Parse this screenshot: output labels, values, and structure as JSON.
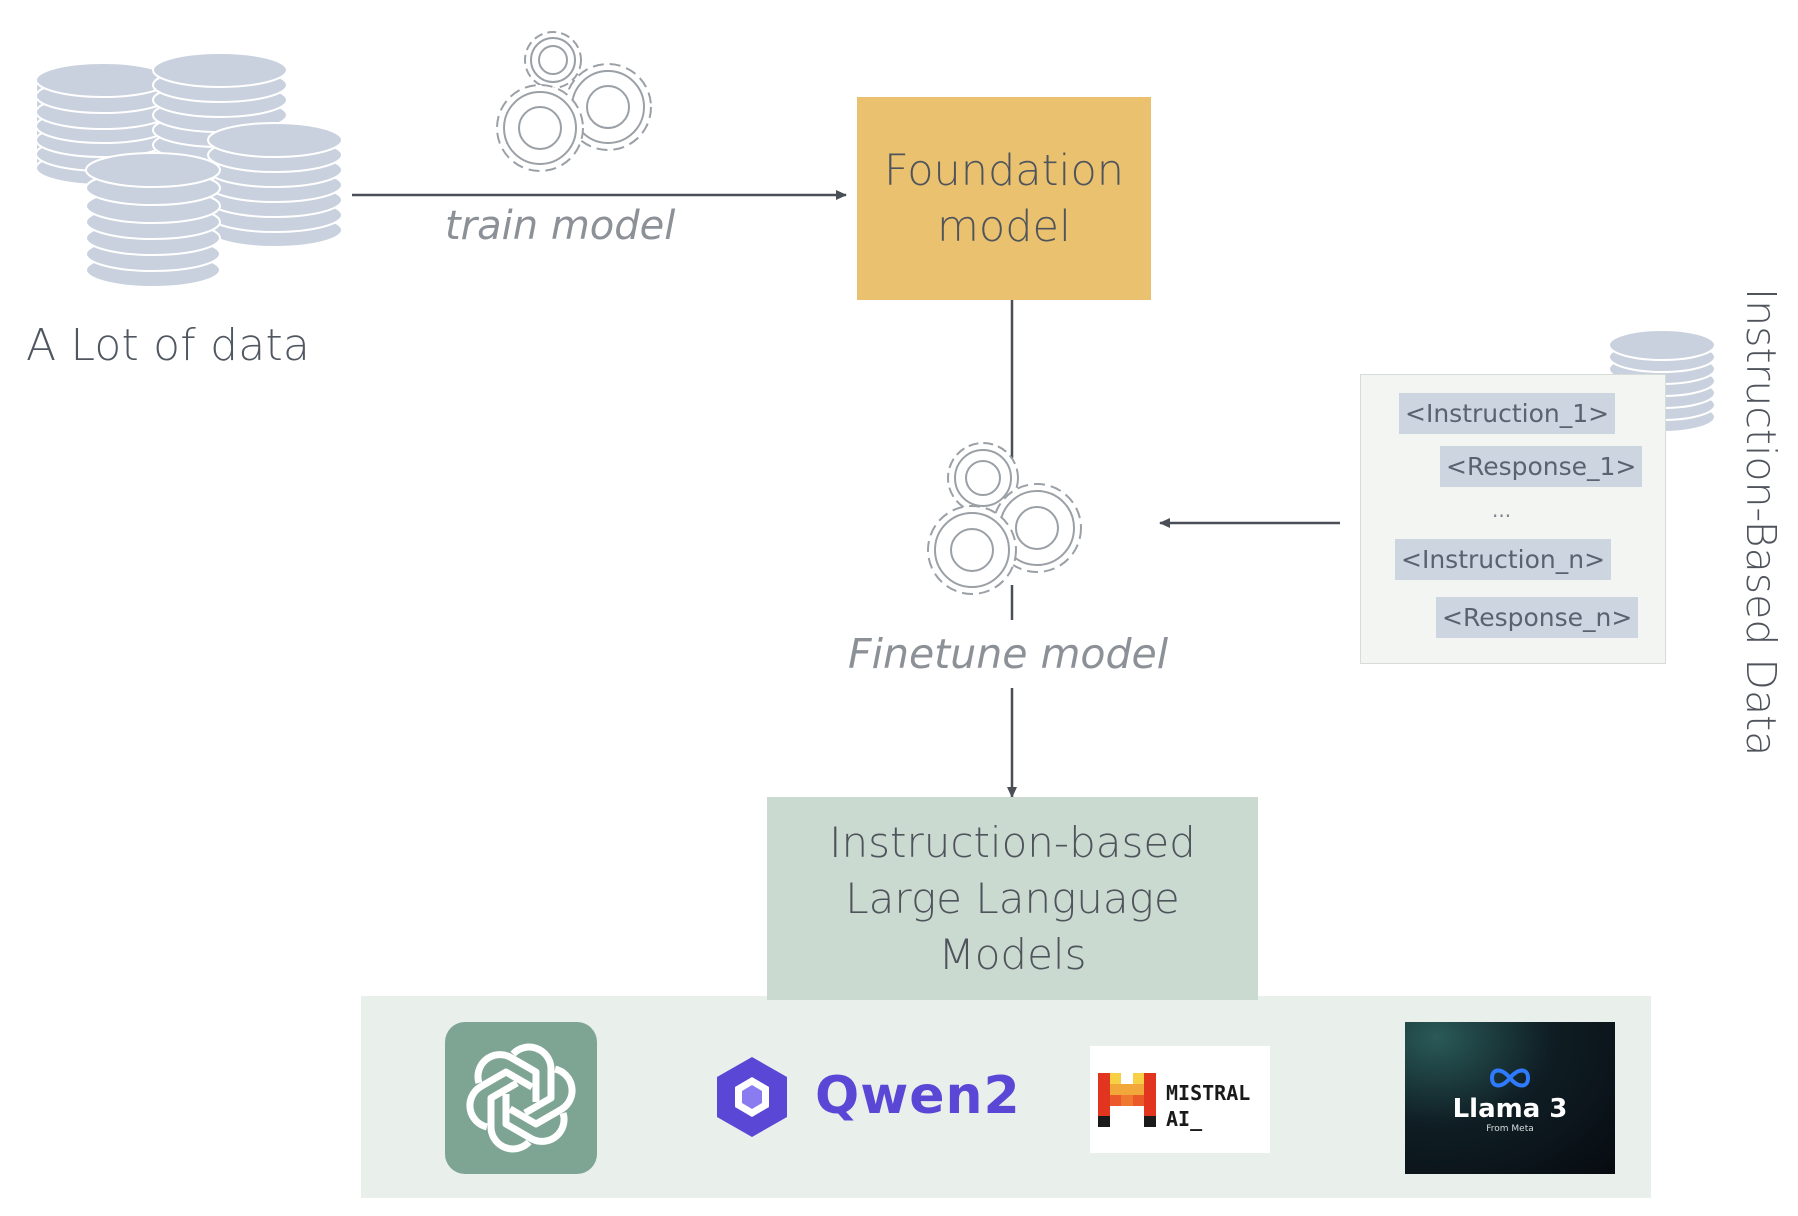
{
  "diagram": {
    "data_source": {
      "label": "A Lot of data"
    },
    "train_step": {
      "label": "train model"
    },
    "foundation_model": {
      "label": "Foundation model"
    },
    "finetune_step": {
      "label": "Finetune model"
    },
    "instruction_data": {
      "title": "Instruction-Based Data",
      "items": {
        "instruction_1": "<Instruction_1>",
        "response_1": "<Response_1>",
        "ellipsis": "...",
        "instruction_n": "<Instruction_n>",
        "response_n": "<Response_n>"
      }
    },
    "instruction_llm": {
      "label": "Instruction-based Large Language Models"
    },
    "model_logos": {
      "openai": {
        "icon": "openai-logo-icon",
        "color": "#7ea594"
      },
      "qwen": {
        "text": "Qwen2",
        "color": "#5b47d6"
      },
      "mistral": {
        "line1": "MISTRAL",
        "line2": "AI_"
      },
      "llama": {
        "title": "Llama 3",
        "subtitle": "From Meta"
      }
    }
  }
}
